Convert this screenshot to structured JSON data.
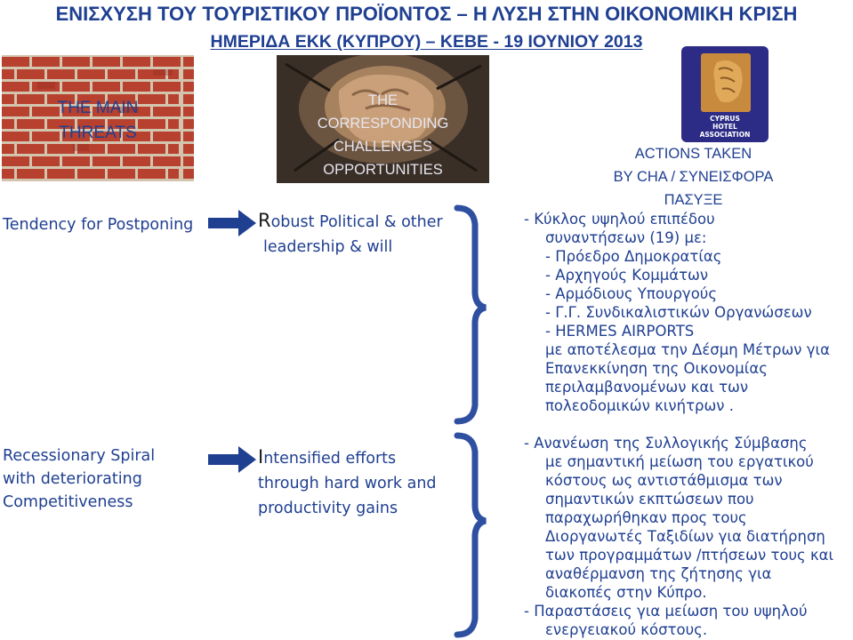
{
  "header": {
    "title_line1": "ΕΝΙΣΧΥΣΗ ΤΟΥ ΤΟΥΡΙΣΤΙΚΟΥ ΠΡΟΪΟΝΤΟΣ – Η ΛΥΣΗ ΣΤΗΝ ΟΙΚΟΝΟΜΙΚΗ ΚΡΙΣΗ",
    "title_line2": "ΗΜΕΡΙΔΑ ΕΚΚ (ΚΥΠΡΟΥ) – ΚΕΒΕ - 19 ΙΟΥΝΙΟΥ 2013"
  },
  "columns": {
    "threats": [
      "THE MAIN",
      "THREATS"
    ],
    "challenges": [
      "THE",
      "CORRESPONDING",
      "CHALLENGES",
      "OPPORTUNITIES"
    ],
    "actions": [
      "ACTIONS TAKEN",
      "BY CHA / ΣΥΝΕΙΣΦΟΡΑ ΠΑΣΥΞΕ"
    ],
    "logo_text": [
      "CYPRUS",
      "HOTEL",
      "ASSOCIATION"
    ]
  },
  "rows": [
    {
      "threat": [
        "Tendency for Postponing"
      ],
      "challenge_initial": "R",
      "challenge_rest": "obust Political & other",
      "challenge_line2": "leadership & will",
      "action_lines": [
        "-  Κύκλος υψηλού επιπέδου",
        "   συναντήσεων (19) με:",
        "   -  Πρόεδρο Δημοκρατίας",
        "   -  Αρχηγούς Κομμάτων",
        "   -  Αρμόδιους Υπουργούς",
        "   -  Γ.Γ. Συνδικαλιστικών Οργανώσεων",
        "   -  HERMES AIRPORTS",
        "   με αποτέλεσμα την Δέσμη Μέτρων για",
        "   Επανεκκίνηση της Οικονομίας",
        "   περιλαμβανομένων και των",
        "   πολεοδομικών κινήτρων ."
      ]
    },
    {
      "threat": [
        "Recessionary Spiral",
        "with deteriorating",
        "Competitiveness"
      ],
      "challenge_initial": "I",
      "challenge_rest": "ntensified efforts",
      "challenge_line2": "through hard work and",
      "challenge_line3": "productivity gains",
      "action_lines": [
        "-  Ανανέωση της Συλλογικής Σύμβασης",
        "   με σημαντική μείωση του εργατικού",
        "   κόστους ως αντιστάθμισμα των",
        "   σημαντικών εκπτώσεων που",
        "   παραχωρήθηκαν προς τους",
        "   Διοργανωτές Ταξιδίων για διατήρηση",
        "   των προγραμμάτων /πτήσεων τους και",
        "   αναθέρμανση της ζήτησης για",
        "   διακοπές στην Κύπρο.",
        "-  Παραστάσεις για μείωση του υψηλού",
        "   ενεργειακού κόστους."
      ]
    }
  ],
  "colors": {
    "title": "#1f3f91",
    "arrow": "#1f3f91",
    "brace": "#2f4fa0",
    "brick": "#b63a2d",
    "logo_bg": "#2c2c86"
  },
  "icons": [
    "brick-wall-image",
    "fist-breaking-wall-image",
    "cyprus-hotel-association-logo",
    "right-arrow-icon",
    "right-brace-icon"
  ]
}
